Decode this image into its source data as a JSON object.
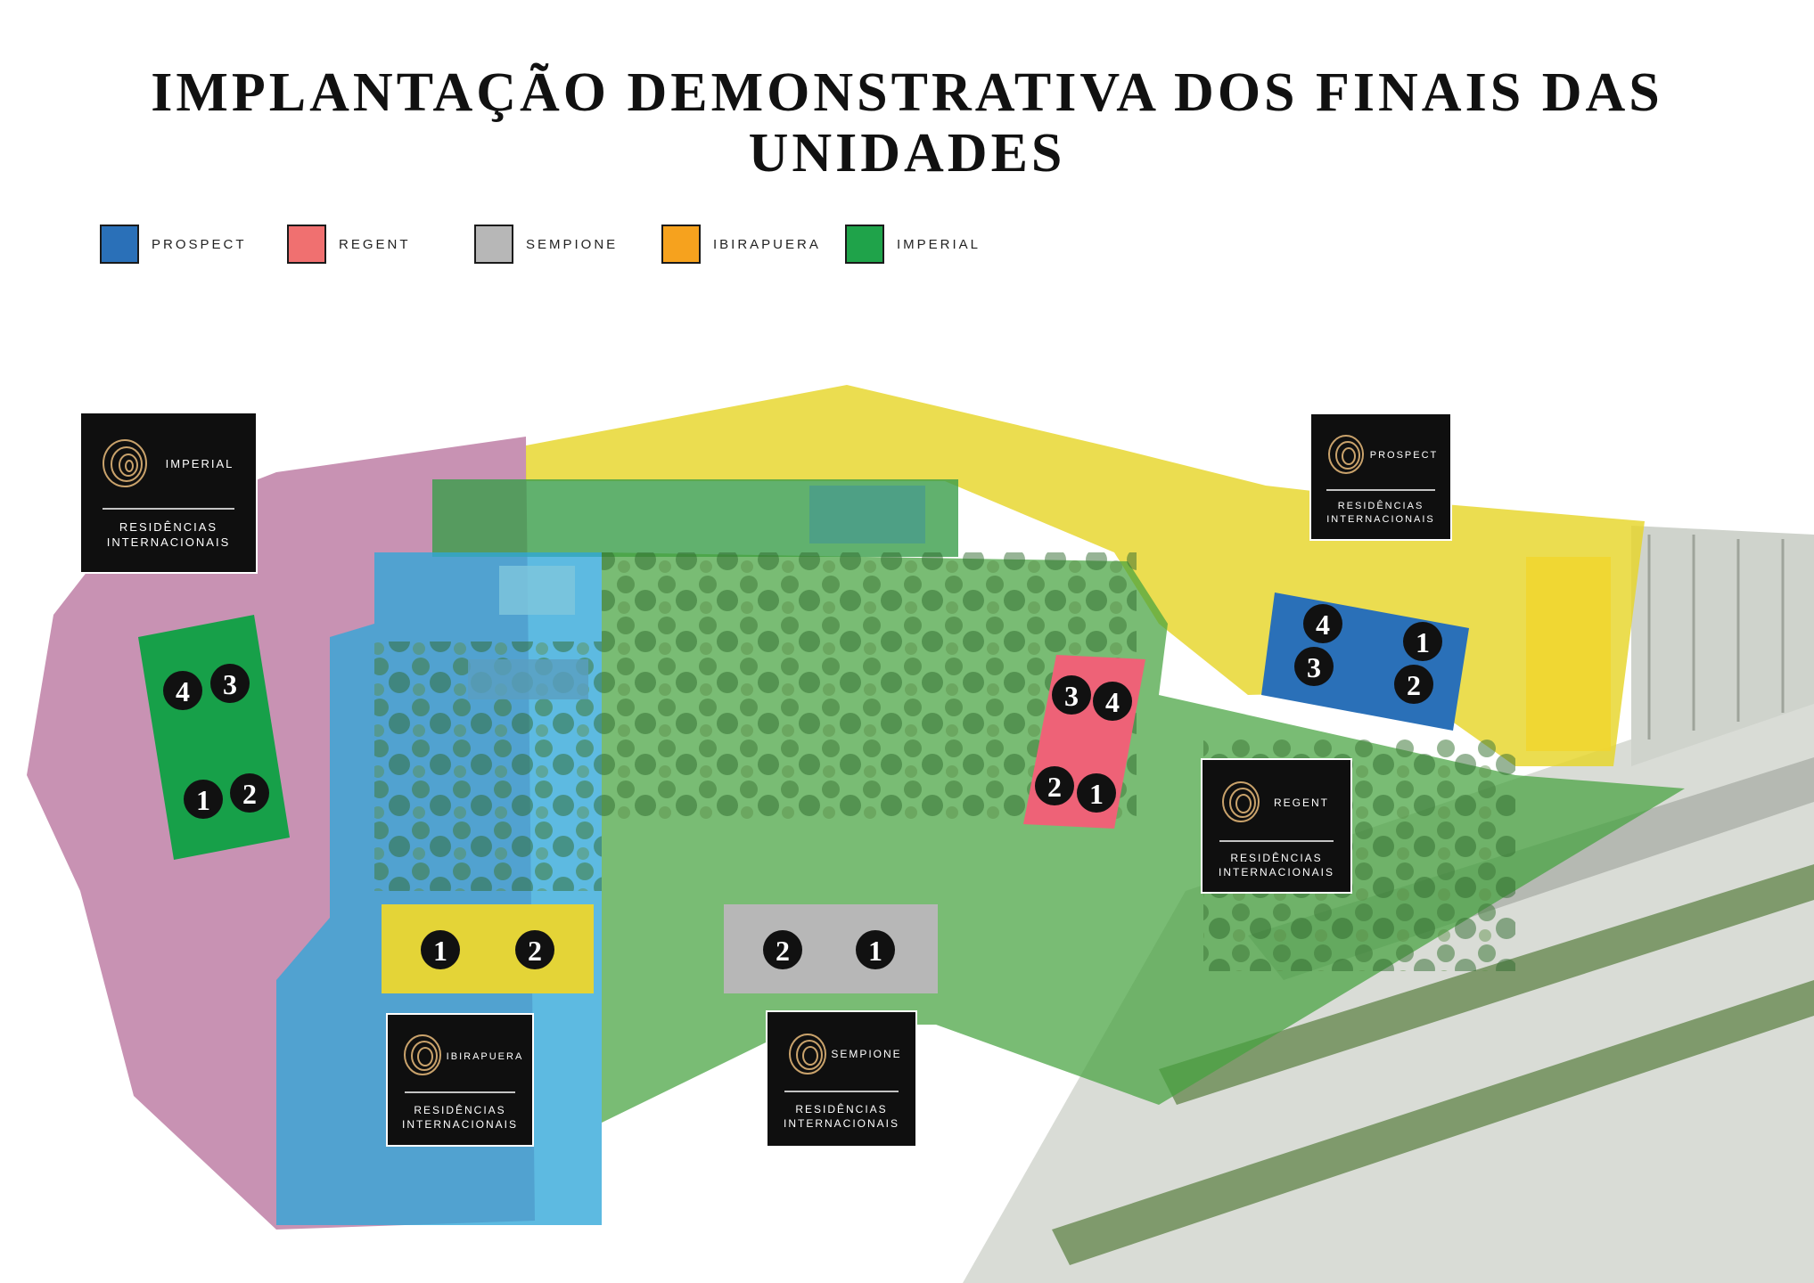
{
  "title": "IMPLANTAÇÃO DEMONSTRATIVA DOS FINAIS DAS UNIDADES",
  "legend": [
    {
      "label": "PROSPECT",
      "color": "#2a70b8"
    },
    {
      "label": "REGENT",
      "color": "#f07070"
    },
    {
      "label": "SEMPIONE",
      "color": "#b7b7b7"
    },
    {
      "label": "IBIRAPUERA",
      "color": "#f6a21e"
    },
    {
      "label": "IMPERIAL",
      "color": "#1fa34a"
    }
  ],
  "cards": {
    "imperial": {
      "name": "IMPERIAL",
      "line1": "RESIDÊNCIAS",
      "line2": "INTERNACIONAIS"
    },
    "prospect": {
      "name": "PROSPECT",
      "line1": "RESIDÊNCIAS",
      "line2": "INTERNACIONAIS"
    },
    "regent": {
      "name": "REGENT",
      "line1": "RESIDÊNCIAS",
      "line2": "INTERNACIONAIS"
    },
    "ibirapuera": {
      "name": "IBIRAPUERA",
      "line1": "RESIDÊNCIAS",
      "line2": "INTERNACIONAIS"
    },
    "sempione": {
      "name": "SEMPIONE",
      "line1": "RESIDÊNCIAS",
      "line2": "INTERNACIONAIS"
    }
  },
  "markers": {
    "imperial": [
      "4",
      "3",
      "1",
      "2"
    ],
    "regent": [
      "3",
      "4",
      "2",
      "1"
    ],
    "prospect": [
      "4",
      "1",
      "3",
      "2"
    ],
    "ibirapuera": [
      "1",
      "2"
    ],
    "sempione": [
      "2",
      "1"
    ]
  }
}
